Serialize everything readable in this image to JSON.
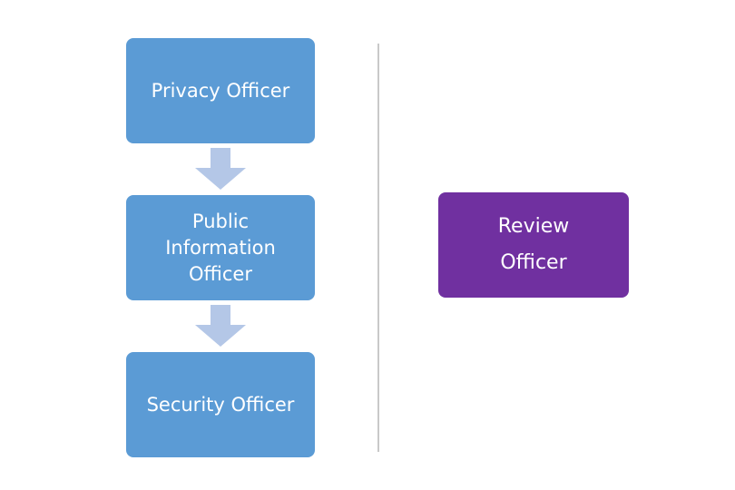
{
  "flow": {
    "privacy_officer": "Privacy Officer",
    "public_information_officer": [
      "Public",
      "Information",
      "Officer"
    ],
    "security_officer": "Security Officer"
  },
  "review": {
    "label": [
      "Review",
      "Officer"
    ]
  },
  "colors": {
    "flow_box": "#5b9bd5",
    "review_box": "#7030a0",
    "arrow": "#b4c7e7",
    "divider": "#c9c9c9",
    "text": "#ffffff"
  }
}
